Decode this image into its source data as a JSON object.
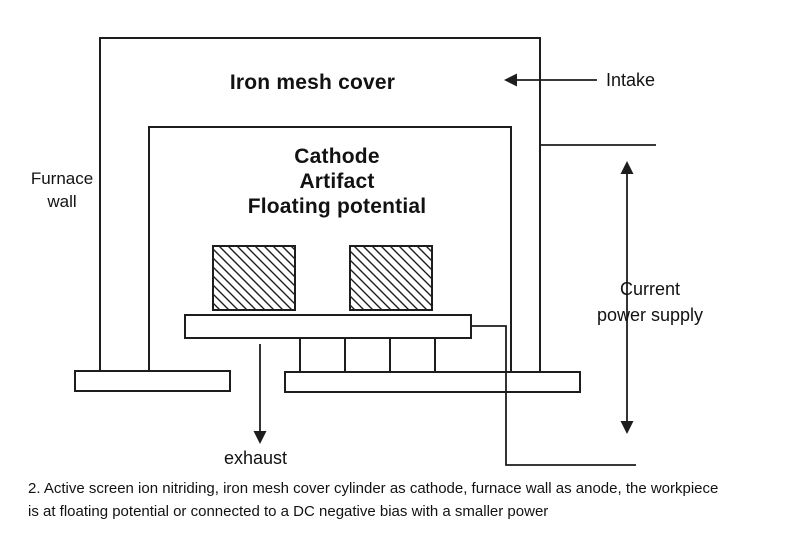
{
  "diagram": {
    "labels": {
      "iron_mesh_cover": "Iron mesh cover",
      "intake": "Intake",
      "furnace_wall": {
        "line1": "Furnace",
        "line2": "wall"
      },
      "inner": {
        "line1": "Cathode",
        "line2": "Artifact",
        "line3": "Floating potential"
      },
      "current": {
        "line1": "Current",
        "line2": "power supply"
      },
      "exhaust": "exhaust"
    },
    "caption": {
      "line1": "2. Active screen ion nitriding, iron mesh cover cylinder as cathode, furnace wall as anode, the workpiece",
      "line2": "is at floating potential or connected to a DC negative bias with a smaller power"
    },
    "colors": {
      "line": "#1d1d1d",
      "background": "#ffffff"
    }
  }
}
